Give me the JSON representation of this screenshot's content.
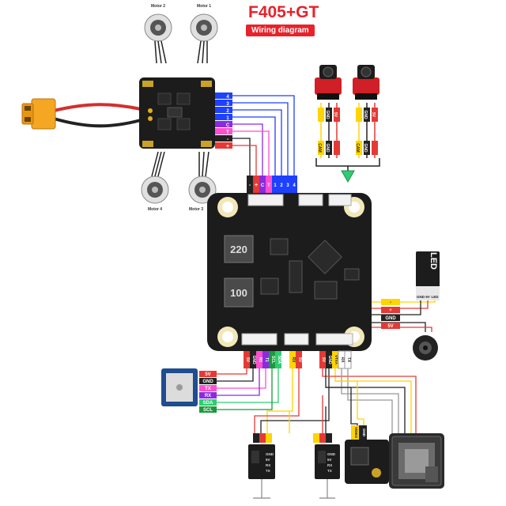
{
  "title": "F405+GT",
  "subtitle": "Wiring diagram",
  "motors": {
    "m1": "Motor 1",
    "m2": "Motor 2",
    "m3": "Motor 3",
    "m4": "Motor 4"
  },
  "esc_pins": [
    "4",
    "3",
    "2",
    "1",
    "C",
    "T",
    "-",
    "+"
  ],
  "fc_top_pins": [
    "-",
    "+",
    "C",
    "T",
    "1",
    "2",
    "3",
    "4"
  ],
  "camera_wires": {
    "left": [
      "GND",
      "5V",
      "CAM",
      "GND"
    ],
    "right": [
      "GND",
      "5V",
      "CAM",
      "GND"
    ]
  },
  "inductors": {
    "a": "220",
    "b": "100"
  },
  "led_strip": {
    "label": "LED",
    "pads": [
      "GND",
      "5V",
      "LED"
    ]
  },
  "buzzer_wires": [
    "-",
    "+",
    "GND",
    "5V"
  ],
  "gps_wires": [
    "5V",
    "GND",
    "TX",
    "RX",
    "SDA",
    "SCL"
  ],
  "fc_bottom_left": [
    "5V",
    "GND",
    "R1",
    "T1",
    "SCL",
    "SDA"
  ],
  "fc_bottom_mid": [
    "RX",
    "5V"
  ],
  "fc_bottom_right": [
    "5V",
    "GND",
    "VTXA",
    "RX",
    "TX"
  ],
  "receiver_pads": [
    "GND",
    "5V",
    "RX",
    "TX"
  ],
  "vtx_pads": [
    "VIDEO",
    "GND"
  ],
  "colors": {
    "accent": "#e8222a",
    "board": "#1c1c1c",
    "wire_red": "#e53935",
    "wire_black": "#222222",
    "wire_yellow": "#ffd400",
    "wire_blue": "#1e40ff",
    "wire_green": "#1b9a3c",
    "wire_purple": "#8a2be2",
    "wire_pink": "#ff4fcf"
  }
}
